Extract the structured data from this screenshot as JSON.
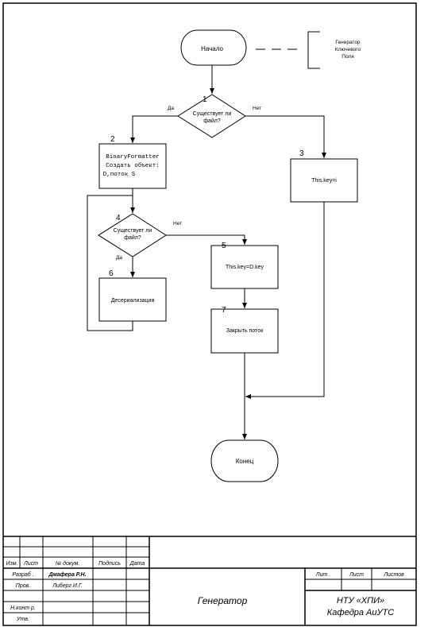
{
  "flowchart": {
    "start": "Начало",
    "comment": [
      "Генератор",
      "Ключевого",
      "Поля"
    ],
    "decision1": {
      "number": "1",
      "lines": [
        "Существует ли",
        "файл?"
      ],
      "yes": "Да",
      "no": "Нет"
    },
    "process2": {
      "number": "2",
      "lines": [
        "BinaryFormatter",
        "Создать объект:",
        "D,поток S"
      ]
    },
    "process3": {
      "number": "3",
      "text": "This.key=i"
    },
    "decision4": {
      "number": "4",
      "lines": [
        "Существует ли",
        "файл?"
      ],
      "yes": "Да",
      "no": "Нет"
    },
    "process5": {
      "number": "5",
      "text": "This.key=D.key"
    },
    "process6": {
      "number": "6",
      "text": "Десериализация"
    },
    "process7": {
      "number": "7",
      "text": "Закрыть поток"
    },
    "end": "Конец"
  },
  "title_block": {
    "headers": [
      "Изм.",
      "Лист",
      "№ докум.",
      "Подпись",
      "Дата"
    ],
    "developed_label": "Разраб .",
    "developed_name": "Дмафера Р.Н.",
    "checked_label": "Пров.",
    "checked_name": "Либерг И.Г.",
    "norm_label": "Н.конт р.",
    "approved_label": "Утв.",
    "doc_title": "Генератор",
    "sheet_headers": [
      "Лит .",
      "Лист",
      "Листов"
    ],
    "org_line1": "НТУ «ХПИ»",
    "org_line2": "Кафедра АиУТС"
  }
}
